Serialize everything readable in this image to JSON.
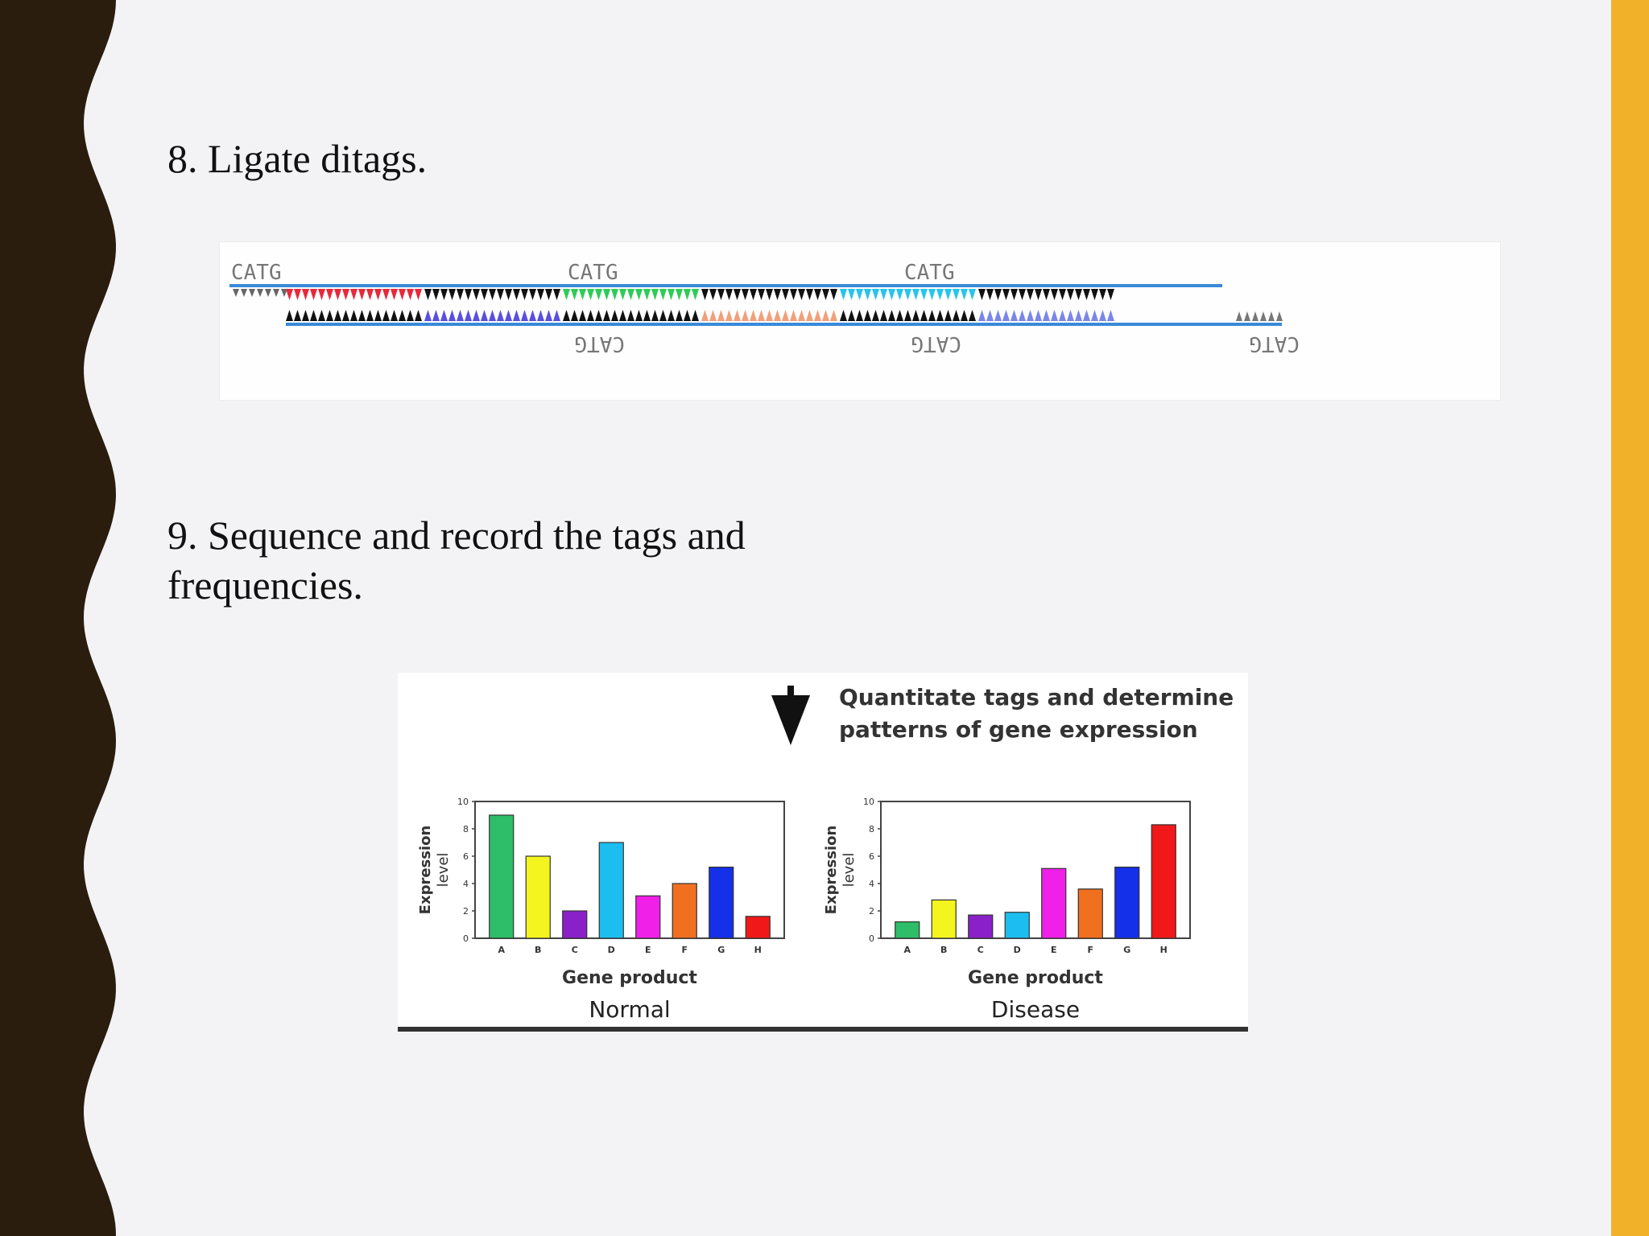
{
  "slide": {
    "step8": "8. Ligate ditags.",
    "step9_line1": "9. Sequence and record the tags and",
    "step9_line2": "frequencies."
  },
  "colors": {
    "left_wave": "#2b1d0e",
    "right_bar": "#f1b22a",
    "background": "#f3f3f5"
  },
  "ditag": {
    "site_label_top": [
      "CATG",
      "CATG",
      "CATG"
    ],
    "site_label_bottom": [
      "CATG",
      "CATG",
      "CATG"
    ],
    "strand_colors_top": [
      "#e8283a",
      "#111111",
      "#2ecc58",
      "#111111",
      "#27c4ec",
      "#111111"
    ],
    "strand_colors_bottom": [
      "#111111",
      "#5a4ee0",
      "#111111",
      "#f0a07a",
      "#111111",
      "#7a86e8"
    ]
  },
  "annotation": {
    "line1": "Quantitate tags and determine",
    "line2": "patterns of gene expression",
    "arrow_icon": "arrow-down-icon"
  },
  "chart_data": [
    {
      "type": "bar",
      "title": "Normal",
      "xlabel": "Gene product",
      "ylabel_line1": "Expression",
      "ylabel_line2": "level",
      "ylim": [
        0,
        10
      ],
      "yticks": [
        "0",
        "2",
        "4",
        "6",
        "8",
        "10"
      ],
      "categories": [
        "A",
        "B",
        "C",
        "D",
        "E",
        "F",
        "G",
        "H"
      ],
      "values": [
        9,
        6,
        2,
        7,
        3.1,
        4,
        5.2,
        1.6
      ],
      "colors": [
        "#2ebd68",
        "#f4f51e",
        "#8a20c8",
        "#1cbef0",
        "#f020e8",
        "#f07020",
        "#1430e8",
        "#f01818"
      ]
    },
    {
      "type": "bar",
      "title": "Disease",
      "xlabel": "Gene product",
      "ylabel_line1": "Expression",
      "ylabel_line2": "level",
      "ylim": [
        0,
        10
      ],
      "yticks": [
        "0",
        "2",
        "4",
        "6",
        "8",
        "10"
      ],
      "categories": [
        "A",
        "B",
        "C",
        "D",
        "E",
        "F",
        "G",
        "H"
      ],
      "values": [
        1.2,
        2.8,
        1.7,
        1.9,
        5.1,
        3.6,
        5.2,
        8.3
      ],
      "colors": [
        "#2ebd68",
        "#f4f51e",
        "#8a20c8",
        "#1cbef0",
        "#f020e8",
        "#f07020",
        "#1430e8",
        "#f01818"
      ]
    }
  ]
}
